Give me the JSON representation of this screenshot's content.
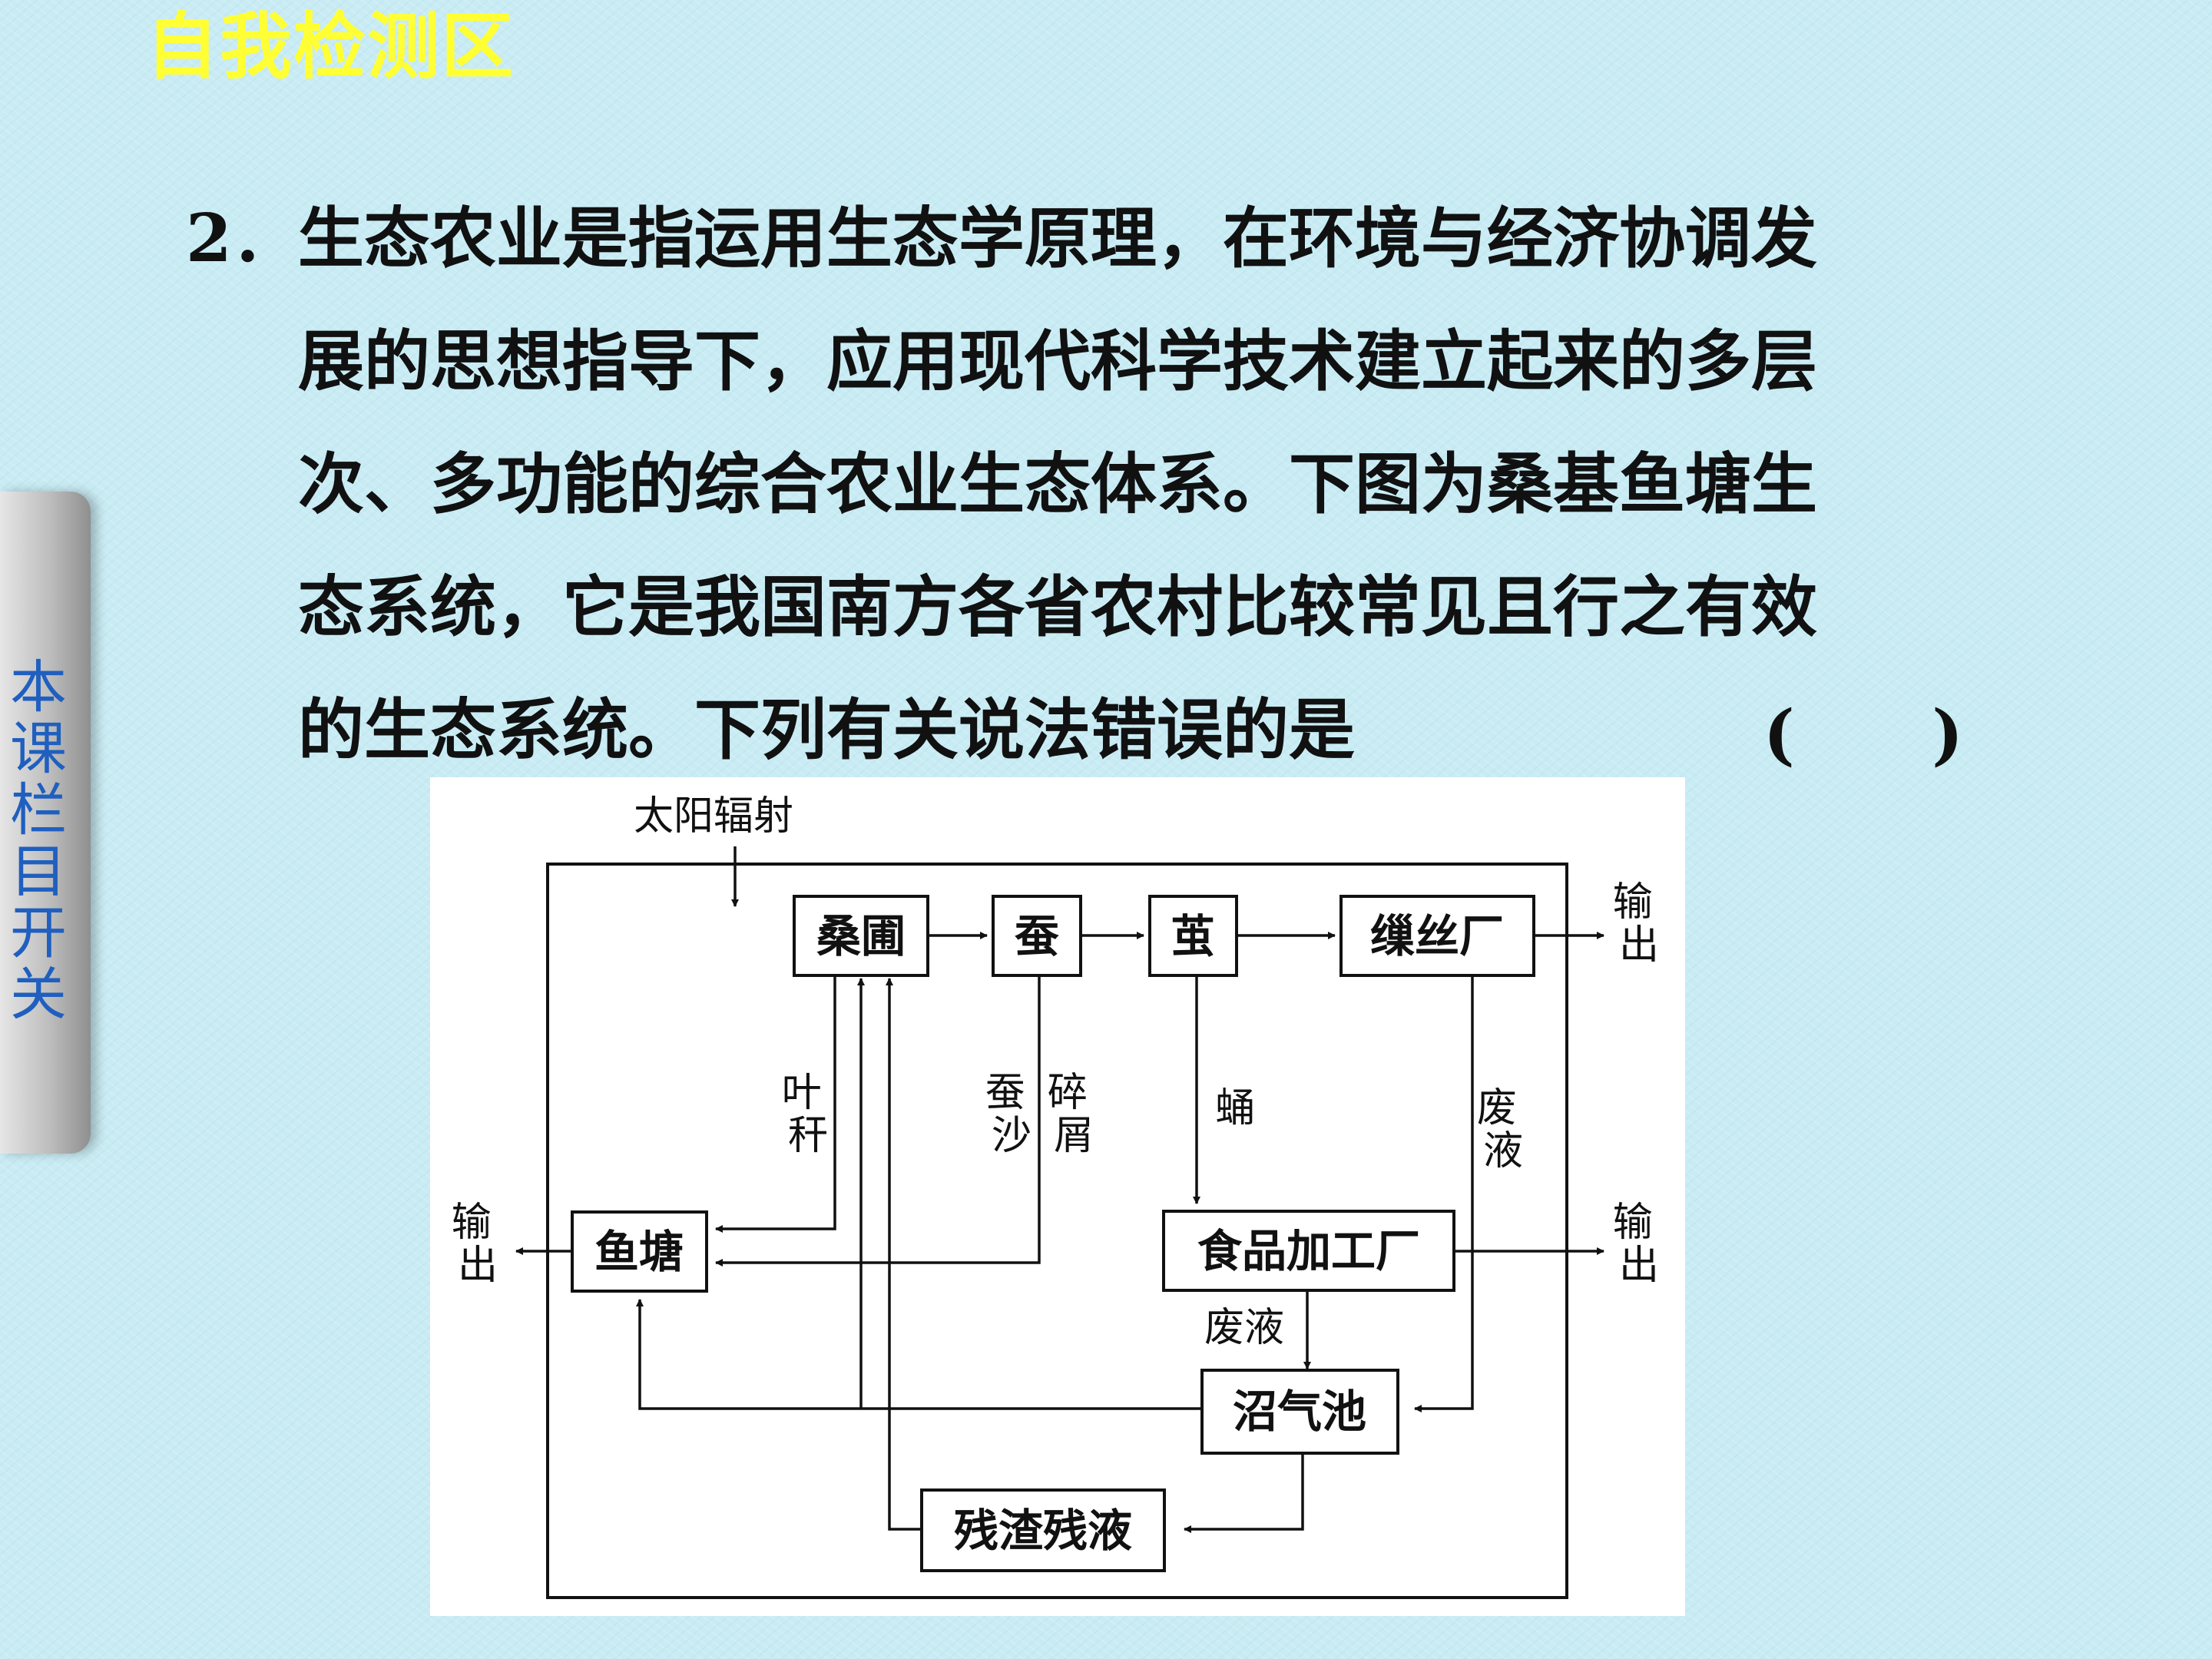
{
  "header": {
    "section_title": "自我检测区"
  },
  "side_tab": {
    "label": "本\n课\n栏\n目\n开\n关"
  },
  "question": {
    "lines": [
      "2．生态农业是指运用生态学原理，在环境与经济协调发",
      "展的思想指导下，应用现代科学技术建立起来的多层",
      "次、多功能的综合农业生态体系。下图为桑基鱼塘生",
      "态系统，它是我国南方各省农村比较常见且行之有效",
      "的生态系统。下列有关说法错误的是"
    ],
    "paren_open": "(",
    "paren_close": ")"
  },
  "diagram": {
    "sun_label": "太阳辐射",
    "nodes": {
      "mulberry": "桑圃",
      "silkworm": "蚕",
      "cocoon": "茧",
      "silk_mill": "缫丝厂",
      "fish_pond": "鱼塘",
      "food_factory": "食品加工厂",
      "biogas": "沼气池",
      "residue": "残渣残液"
    },
    "edge_labels": {
      "output_silk": "输\n出",
      "output_fish": "输\n出",
      "output_food": "输\n出",
      "leaves_stems": "叶\n秆",
      "silkworm_waste": "蚕\n沙",
      "debris": "碎\n屑",
      "pupa": "蛹",
      "wastewater_silk": "废\n液",
      "wastewater_food": "废液"
    }
  }
}
